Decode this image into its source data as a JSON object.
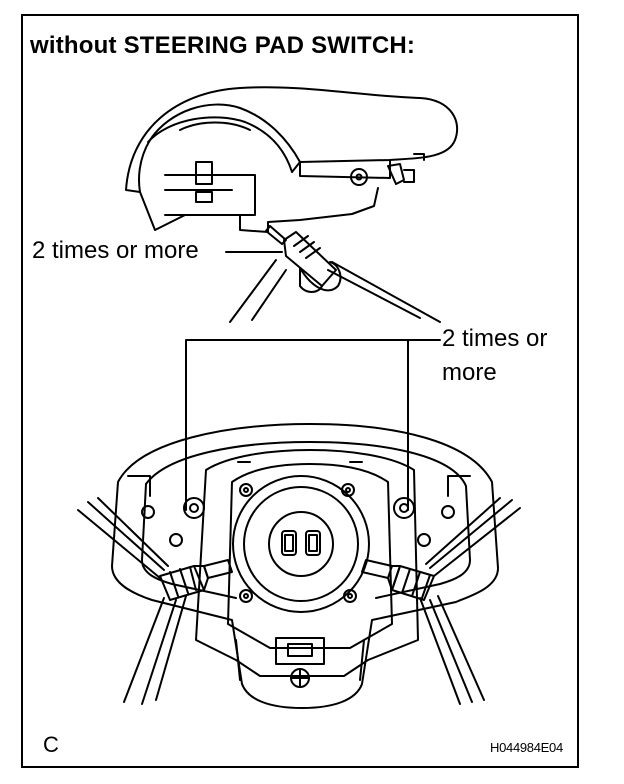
{
  "header": {
    "title": "without STEERING PAD SWITCH:"
  },
  "callouts": {
    "top_label": "2 times or more",
    "bottom_label_line1": "2 times or",
    "bottom_label_line2": "more"
  },
  "footer": {
    "corner_letter": "C",
    "figure_code": "H044984E04"
  },
  "colors": {
    "line": "#000000",
    "background": "#ffffff"
  }
}
